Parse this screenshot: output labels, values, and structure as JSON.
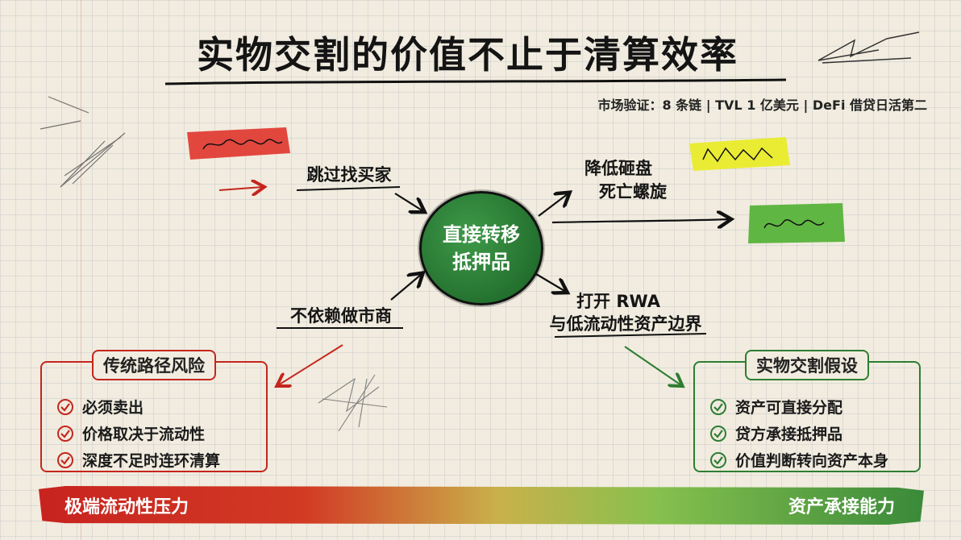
{
  "title": "实物交割的价值不止于清算效率",
  "subtitle": "市场验证：8 条链 | TVL 1 亿美元 | DeFi 借贷日活第二",
  "center": {
    "line1": "直接转移",
    "line2": "抵押品"
  },
  "labels": {
    "skip_buyers": "跳过找买家",
    "no_market_maker": "不依赖做市商",
    "reduce_dump_1": "降低砸盘",
    "reduce_dump_2": "死亡螺旋",
    "open_rwa_1": "打开 RWA",
    "open_rwa_2": "与低流动性资产边界"
  },
  "left_box": {
    "title": "传统路径风险",
    "items": [
      "必须卖出",
      "价格取决于流动性",
      "深度不足时连环清算"
    ]
  },
  "right_box": {
    "title": "实物交割假设",
    "items": [
      "资产可直接分配",
      "贷方承接抵押品",
      "价值判断转向资产本身"
    ]
  },
  "bottom_bar": {
    "left": "极端流动性压力",
    "right": "资产承接能力"
  },
  "colors": {
    "red": "#c4261d",
    "green": "#2e7d32",
    "highlight_yellow": "#e9ec2a",
    "highlight_red": "#e0352c",
    "highlight_green": "#57b33a"
  }
}
